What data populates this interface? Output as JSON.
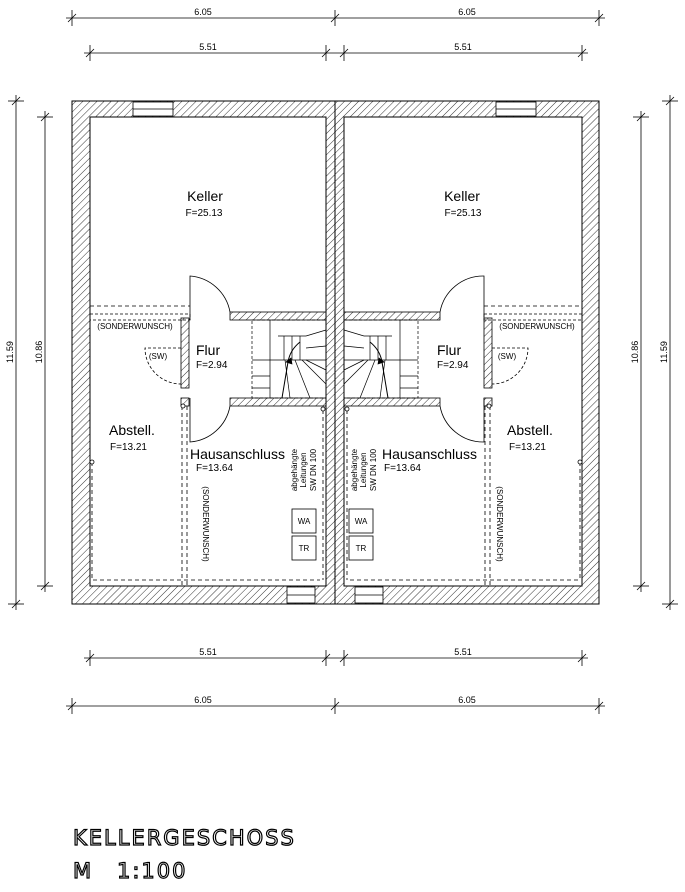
{
  "dimensions": {
    "top_outer_left": "6.05",
    "top_outer_right": "6.05",
    "top_inner_left": "5.51",
    "top_inner_right": "5.51",
    "bottom_inner_left": "5.51",
    "bottom_inner_right": "5.51",
    "bottom_outer_left": "6.05",
    "bottom_outer_right": "6.05",
    "left_outer": "11.59",
    "left_inner": "10.86",
    "right_inner": "10.86",
    "right_outer": "11.59"
  },
  "left_unit": {
    "keller_name": "Keller",
    "keller_area": "F=25.13",
    "flur_name": "Flur",
    "flur_area": "F=2.94",
    "abstell_name": "Abstell.",
    "abstell_area": "F=13.21",
    "haus_name": "Hausanschluss",
    "haus_area": "F=13.64",
    "sonderwunsch_h": "(SONDERWUNSCH)",
    "sonderwunsch_v": "(SONDERWUNSCH)",
    "sw": "(SW)",
    "pipe_line1": "abgehängte",
    "pipe_line2": "Leitungen",
    "pipe_line3": "SW DN 100",
    "wa": "WA",
    "tr": "TR"
  },
  "right_unit": {
    "keller_name": "Keller",
    "keller_area": "F=25.13",
    "flur_name": "Flur",
    "flur_area": "F=2.94",
    "abstell_name": "Abstell.",
    "abstell_area": "F=13.21",
    "haus_name": "Hausanschluss",
    "haus_area": "F=13.64",
    "sonderwunsch_h": "(SONDERWUNSCH)",
    "sonderwunsch_v": "(SONDERWUNSCH)",
    "sw": "(SW)",
    "pipe_line1": "abgehängte",
    "pipe_line2": "Leitungen",
    "pipe_line3": "SW DN 100",
    "wa": "WA",
    "tr": "TR"
  },
  "title": {
    "line1": "KELLERGESCHOSS",
    "line2_m": "M",
    "line2_scale": "1:100"
  }
}
